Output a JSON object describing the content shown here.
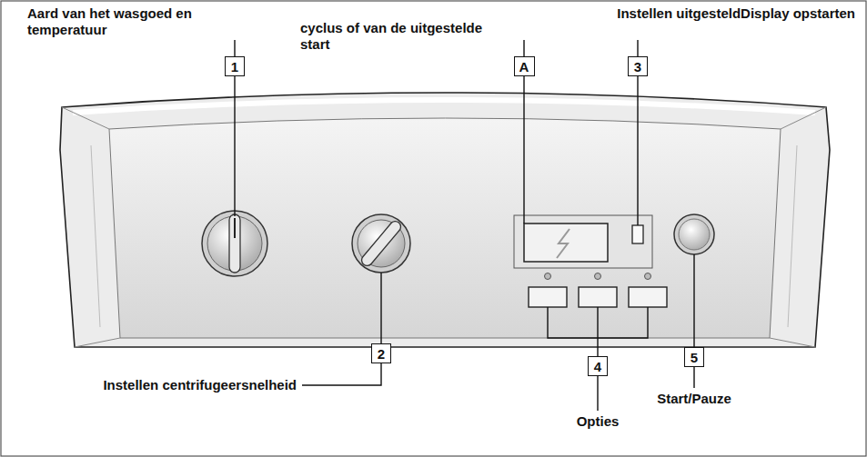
{
  "diagram": {
    "nodes": [
      {
        "text": [
          "1"
        ]
      },
      {
        "text": [
          "A"
        ]
      },
      {
        "text": [
          "3"
        ]
      },
      {
        "text": [
          "2"
        ]
      },
      {
        "text": [
          "4"
        ]
      },
      {
        "text": [
          "5"
        ]
      }
    ],
    "labels": [
      "Aard van het wasgoed en temperatuur",
      "cyclus of van de uitgestelde start",
      "Instellen uitgesteldDisplay opstarten",
      "Instellen centrifugeersnelheid",
      "Opties",
      "Start/Pauze"
    ]
  }
}
